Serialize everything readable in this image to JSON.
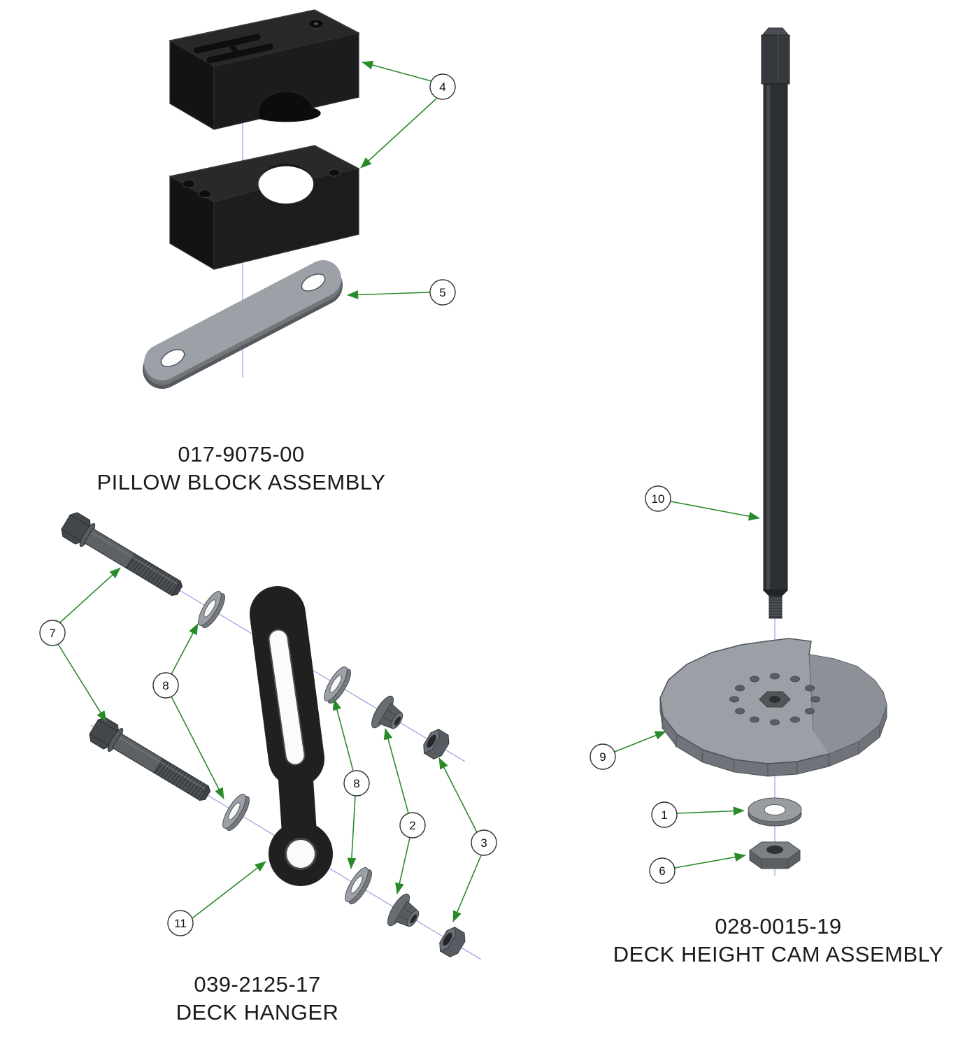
{
  "diagram": {
    "assemblies": [
      {
        "id": "pillow_block",
        "part_number": "017-9075-00",
        "title": "PILLOW BLOCK ASSEMBLY",
        "callout_numbers": [
          "4",
          "5"
        ]
      },
      {
        "id": "deck_hanger",
        "part_number": "039-2125-17",
        "title": "DECK HANGER",
        "callout_numbers": [
          "7",
          "8",
          "8",
          "2",
          "3",
          "11"
        ]
      },
      {
        "id": "deck_height_cam",
        "part_number": "028-0015-19",
        "title": "DECK HEIGHT CAM ASSEMBLY",
        "callout_numbers": [
          "10",
          "9",
          "1",
          "6"
        ]
      }
    ],
    "callouts": {
      "n1": "1",
      "n2": "2",
      "n3": "3",
      "n4": "4",
      "n5": "5",
      "n6": "6",
      "n7": "7",
      "n8": "8",
      "n9": "9",
      "n10": "10",
      "n11": "11"
    },
    "colors": {
      "page_background": "#ffffff",
      "leader_green": "#2a8a2a",
      "centerline_blue": "#8f97e0",
      "callout_fill": "#ffffff",
      "callout_stroke": "#2f2f2f",
      "part_dark": "#1b1d1f",
      "part_gray": "#9aa0a5",
      "text": "#1a1a1a"
    }
  }
}
